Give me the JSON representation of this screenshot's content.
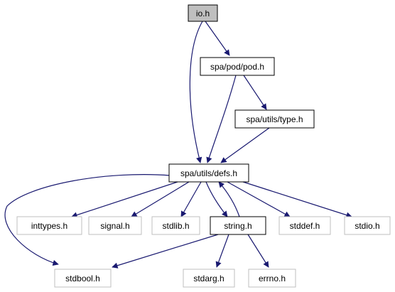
{
  "colors": {
    "edge": "#191970",
    "border_primary": "#000000",
    "border_secondary": "#bfbfbf",
    "fill_root": "#bfbfbf",
    "fill_default": "#ffffff",
    "text": "#000000"
  },
  "nodes": {
    "io_h": {
      "label": "io.h",
      "kind": "root"
    },
    "pod_h": {
      "label": "spa/pod/pod.h",
      "kind": "internal"
    },
    "type_h": {
      "label": "spa/utils/type.h",
      "kind": "internal"
    },
    "defs_h": {
      "label": "spa/utils/defs.h",
      "kind": "internal"
    },
    "inttypes_h": {
      "label": "inttypes.h",
      "kind": "external"
    },
    "signal_h": {
      "label": "signal.h",
      "kind": "external"
    },
    "stdlib_h": {
      "label": "stdlib.h",
      "kind": "external"
    },
    "string_h": {
      "label": "string.h",
      "kind": "internal"
    },
    "stddef_h": {
      "label": "stddef.h",
      "kind": "external"
    },
    "stdio_h": {
      "label": "stdio.h",
      "kind": "external"
    },
    "stdbool_h": {
      "label": "stdbool.h",
      "kind": "external"
    },
    "stdarg_h": {
      "label": "stdarg.h",
      "kind": "external"
    },
    "errno_h": {
      "label": "errno.h",
      "kind": "external"
    }
  }
}
